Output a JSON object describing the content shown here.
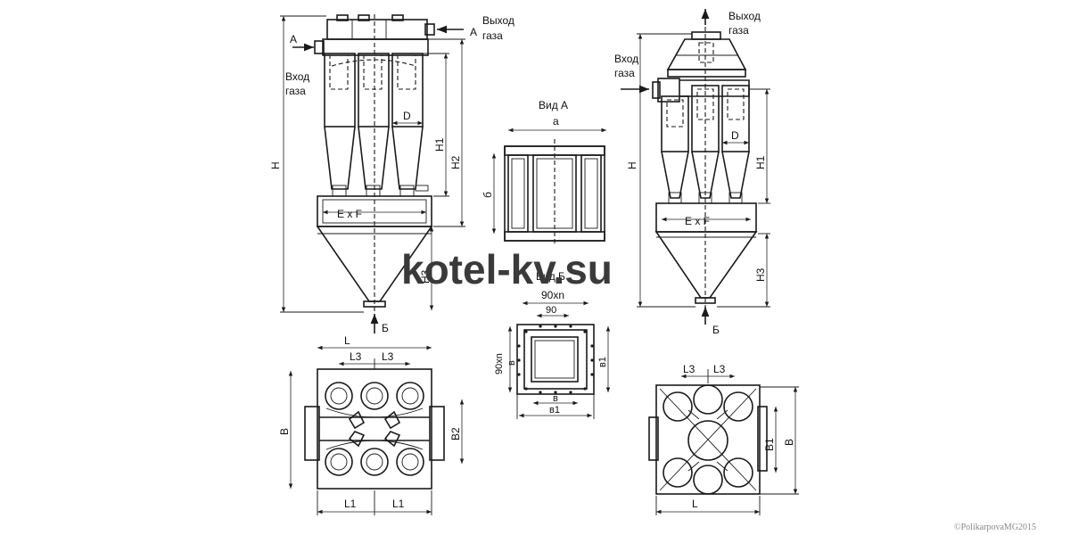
{
  "colors": {
    "ink": "#1a1a1a",
    "background": "#ffffff",
    "watermark": "#3a3a3a",
    "copyright": "#888888"
  },
  "left_view": {
    "outlet_label_1": "Выход",
    "outlet_label_2": "газа",
    "inlet_label_1": "Вход",
    "inlet_label_2": "газа",
    "section_a_left": "A",
    "section_a_right": "A",
    "section_b": "Б",
    "dim_D": "D",
    "dim_H": "H",
    "dim_H1": "H1",
    "dim_H2": "H2",
    "dim_H3": "H3",
    "frame_label": "E x F"
  },
  "view_a": {
    "title": "Вид А",
    "dim_a": "a",
    "dim_b": "б"
  },
  "view_b": {
    "title": "Вид Б",
    "dim_90xn_top": "90xn",
    "dim_90": "90",
    "dim_90xn_side": "90xn",
    "dim_v": "в",
    "dim_v1": "в1",
    "dim_v_bottom": "в",
    "dim_v1_bottom": "в1"
  },
  "right_view": {
    "outlet_label_1": "Выход",
    "outlet_label_2": "газа",
    "inlet_label_1": "Вход",
    "inlet_label_2": "газа",
    "section_b": "Б",
    "dim_D": "D",
    "dim_H": "H",
    "dim_H1": "H1",
    "dim_H3": "H3",
    "frame_label": "E x F"
  },
  "left_plan": {
    "dim_L": "L",
    "dim_L3_a": "L3",
    "dim_L3_b": "L3",
    "dim_B": "B",
    "dim_B2": "B2",
    "dim_L1_a": "L1",
    "dim_L1_b": "L1"
  },
  "right_plan": {
    "dim_L3_a": "L3",
    "dim_L3_b": "L3",
    "dim_B1": "B1",
    "dim_B": "B",
    "dim_L": "L"
  },
  "watermark": "kotel-kv.su",
  "copyright": "©PolikarpovaMG2015"
}
